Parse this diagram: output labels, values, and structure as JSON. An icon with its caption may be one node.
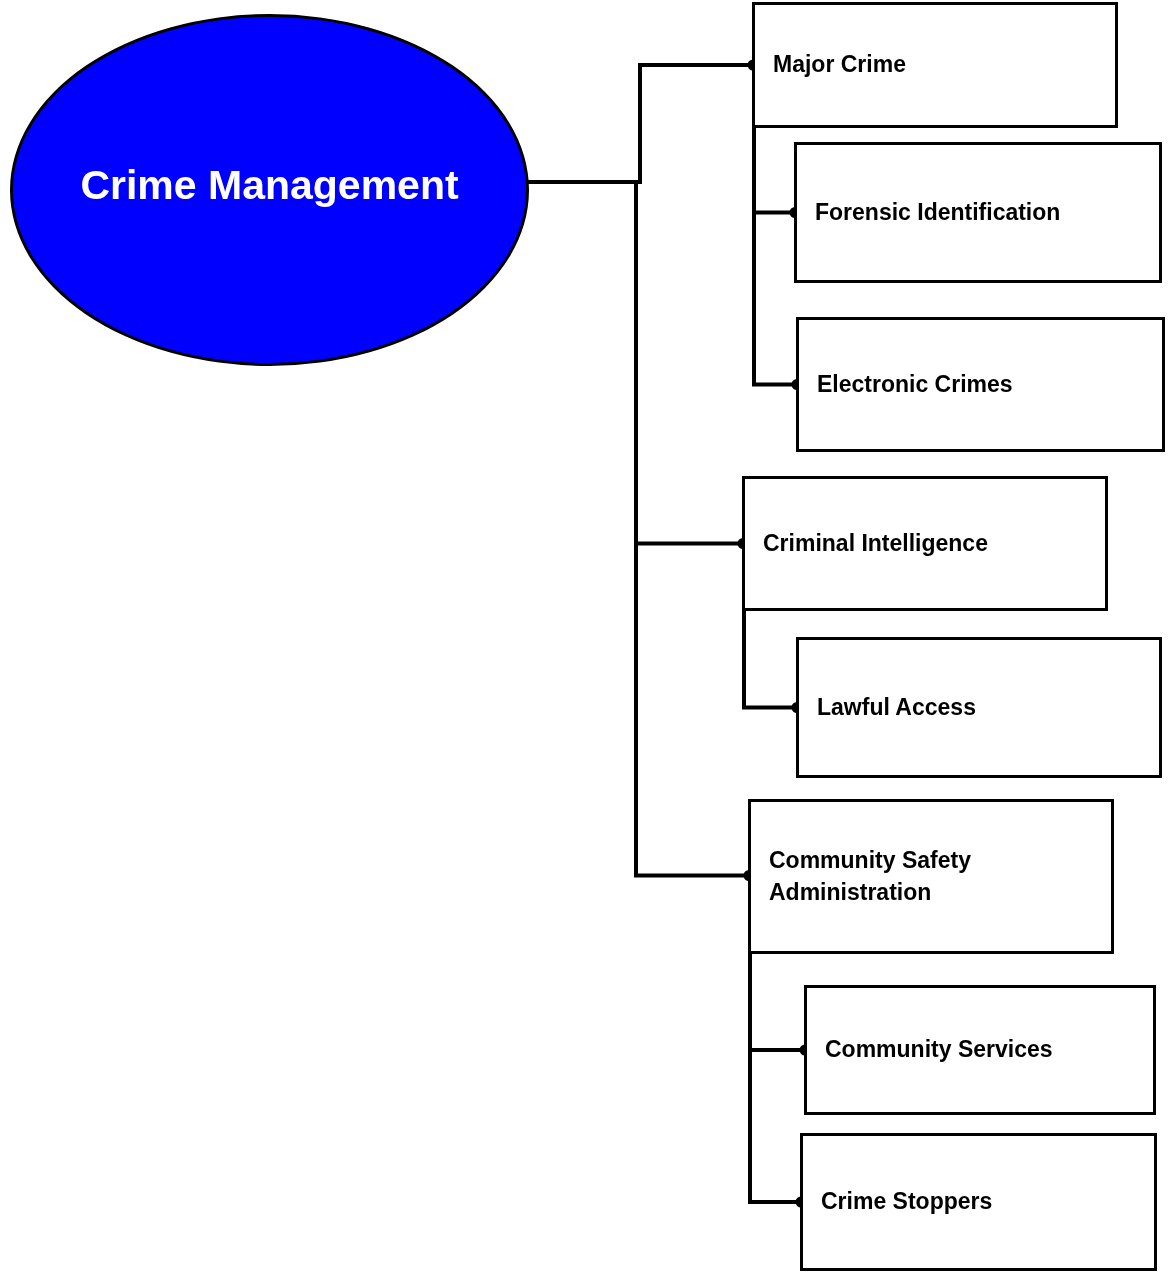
{
  "diagram": {
    "nodes": [
      {
        "text": [
          "Crime Management"
        ]
      },
      {
        "text": [
          "Major Crime"
        ]
      },
      {
        "text": [
          "Forensic Identification"
        ]
      },
      {
        "text": [
          "Electronic Crimes"
        ]
      },
      {
        "text": [
          "Criminal Intelligence"
        ]
      },
      {
        "text": [
          "Lawful Access"
        ]
      },
      {
        "text": [
          "Community Safety Administration"
        ]
      },
      {
        "text": [
          "Community Services"
        ]
      },
      {
        "text": [
          "Crime Stoppers"
        ]
      }
    ],
    "edges": [
      {
        "from": 0,
        "to": 1,
        "arrow": "other"
      },
      {
        "from": 0,
        "to": 4,
        "arrow": "other"
      },
      {
        "from": 0,
        "to": 6,
        "arrow": "other"
      },
      {
        "from": 1,
        "to": 2,
        "arrow": "other"
      },
      {
        "from": 1,
        "to": 3,
        "arrow": "other"
      },
      {
        "from": 4,
        "to": 5,
        "arrow": "other"
      },
      {
        "from": 6,
        "to": 7,
        "arrow": "other"
      },
      {
        "from": 6,
        "to": 8,
        "arrow": "other"
      }
    ]
  }
}
